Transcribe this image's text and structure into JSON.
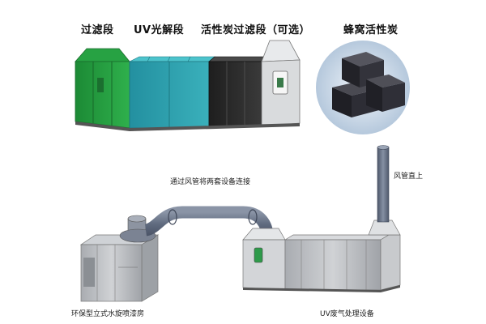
{
  "labels": {
    "filter_section": "过滤段",
    "uv_section": "UV光解段",
    "carbon_section": "活性炭过滤段（可选）",
    "honeycomb_carbon": "蜂窝活性炭",
    "duct_connection": "通过风管将两套设备连接",
    "duct_upward": "风管直上",
    "spray_booth": "环保型立式水旋喷漆房",
    "uv_equipment": "UV废气处理设备"
  },
  "colors": {
    "filter_green": "#1f9a3c",
    "uv_teal": "#2a9aa6",
    "carbon_dark": "#2b2b2b",
    "metal_grey": "#b9bcc0",
    "duct_grey": "#6f7a8e",
    "window_green": "#2e9a4a"
  }
}
